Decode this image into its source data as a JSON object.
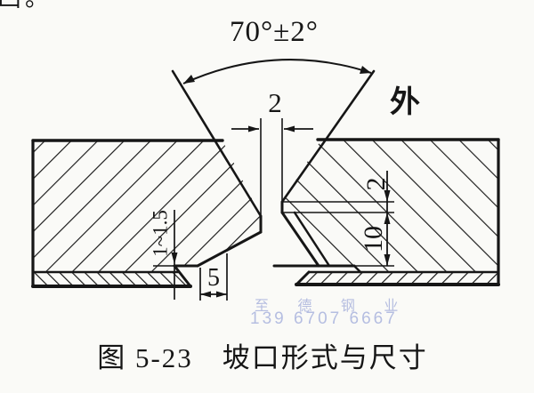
{
  "figure": {
    "corner_fragment": "凵。",
    "caption": "图 5-23　坡口形式与尺寸",
    "labels": {
      "angle": "70°±2°",
      "root_gap": "2",
      "outside": "外",
      "left_root_face": "1~1.5",
      "clad_step_width": "5",
      "right_root_face": "2",
      "right_step_depth": "10"
    },
    "watermark": {
      "name": "至 德 钢 业",
      "phone": "139 6707 6667",
      "color": "#a9b3dc"
    },
    "colors": {
      "line": "#161616",
      "paper": "#fafaf7"
    }
  }
}
